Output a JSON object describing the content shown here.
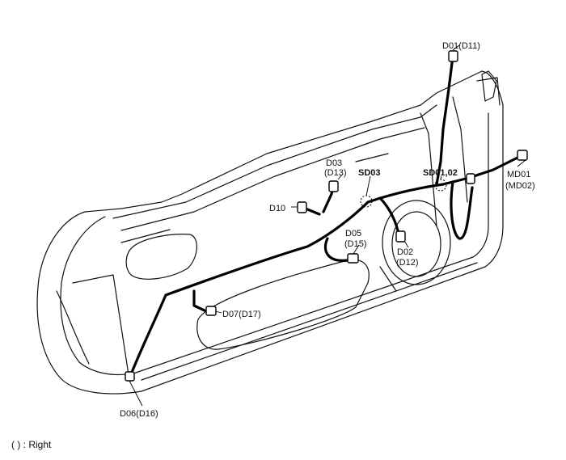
{
  "labels": {
    "d01": "D01(D11)",
    "d03": "D03",
    "d13": "(D13)",
    "sd03": "SD03",
    "sd0102": "SD01,02",
    "md01": "MD01",
    "md02": "(MD02)",
    "d10": "D10",
    "d05": "D05",
    "d15": "(D15)",
    "d02": "D02",
    "d12": "(D12)",
    "d07": "D07(D17)",
    "d06": "D06(D16)"
  },
  "legend": "( ) : Right"
}
